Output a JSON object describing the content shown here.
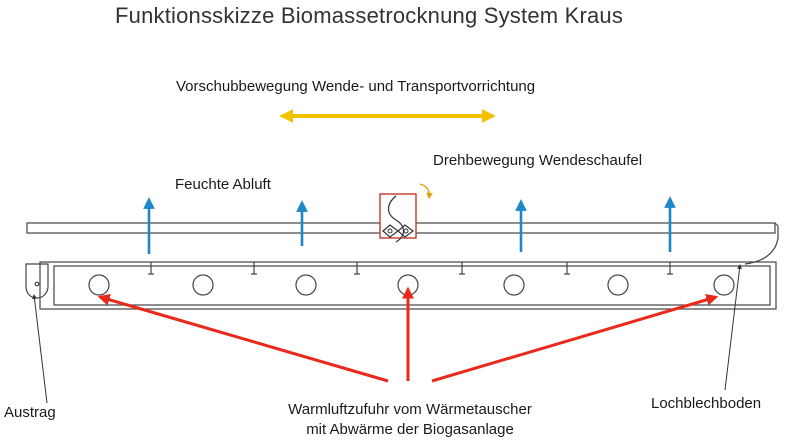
{
  "title": "Funktionsskizze Biomassetrocknung System Kraus",
  "labels": {
    "feed_motion": "Vorschubbewegung Wende- und Transportvorrichtung",
    "rotation": "Drehbewegung Wendeschaufel",
    "exhaust": "Feuchte Abluft",
    "discharge": "Austrag",
    "floor": "Lochblechboden",
    "warm_air_line1": "Warmluftzufuhr vom Wärmetauscher",
    "warm_air_line2": "mit Abwärme der Biogasanlage"
  },
  "colors": {
    "yellow_arrow": "#f2c200",
    "blue_arrow": "#1f86c8",
    "red_arrow": "#e8291c",
    "outline": "#444444",
    "turner": "#c0392b"
  }
}
